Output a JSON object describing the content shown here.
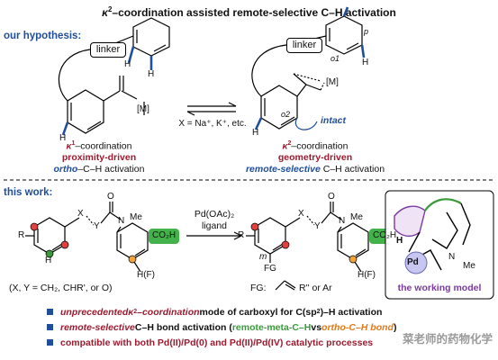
{
  "title": {
    "kappa": "κ",
    "sup": "2",
    "rest": "–coordination assisted remote-selective C–H activation"
  },
  "hypothesis": {
    "heading": "our hypothesis:",
    "linker": "linker",
    "left": {
      "metal": "[M]",
      "label_k": "κ",
      "label_sup": "1",
      "label_rest": "–coordination",
      "driven": "proximity-driven",
      "mode_em": "ortho",
      "mode_rest": "–C–H activation",
      "H": "H"
    },
    "conditions": "X = Na⁺, K⁺, etc.",
    "right": {
      "metal": "[M]",
      "o1": "o1",
      "o2": "o2",
      "p": "p",
      "intact": "intact",
      "label_k": "κ",
      "label_sup": "2",
      "label_rest": "–coordination",
      "driven": "geometry-driven",
      "mode_em": "remote-selective",
      "mode_rest": " C–H activation",
      "H": "H"
    }
  },
  "work": {
    "heading": "this work:",
    "reagent1": "Pd(OAc)₂",
    "reagent2": "ligand",
    "sm": {
      "R": "R",
      "X": "X",
      "Y": "Y",
      "O": "O",
      "N": "N",
      "Me": "Me",
      "acid": "CO₂H",
      "HF": "H(F)",
      "H": "H"
    },
    "sm_note": "(X, Y = CH₂, CHR', or O)",
    "pr": {
      "R": "R",
      "X": "X",
      "Y": "Y",
      "O": "O",
      "N": "N",
      "Me": "Me",
      "acid": "CO₂H",
      "HF": "H(F)",
      "m": "m",
      "FG": "FG"
    },
    "fg_note": "FG:",
    "fg_alt": "R''  or Ar",
    "model": {
      "caption": "the working model",
      "pd": "Pd",
      "H": "H",
      "Me": "Me",
      "N": "N"
    }
  },
  "bullets": [
    {
      "a": "unprecedented ",
      "k": "κ",
      "sup": "2",
      "b": "–coordination",
      "c": " mode of carboxyl for C(sp",
      "sup2": "2",
      "d": ")–H activation"
    },
    {
      "a": "remote-selective",
      "b": " C–H bond activation (",
      "c": "remote-meta-C–H",
      "d": " vs ",
      "e": "ortho-C–H bond",
      "f": ")"
    },
    {
      "a": "compatible with both Pd(II)/Pd(0) and Pd(II)/Pd(IV) catalytic processes"
    }
  ],
  "watermark": "菜老师的药物化学",
  "colors": {
    "blue": "#1f4e9a",
    "red": "#9b1b30",
    "green": "#3a9a3a",
    "orange": "#f0a23c",
    "purple": "#7a3aa0",
    "highlight": "#44b24a"
  }
}
